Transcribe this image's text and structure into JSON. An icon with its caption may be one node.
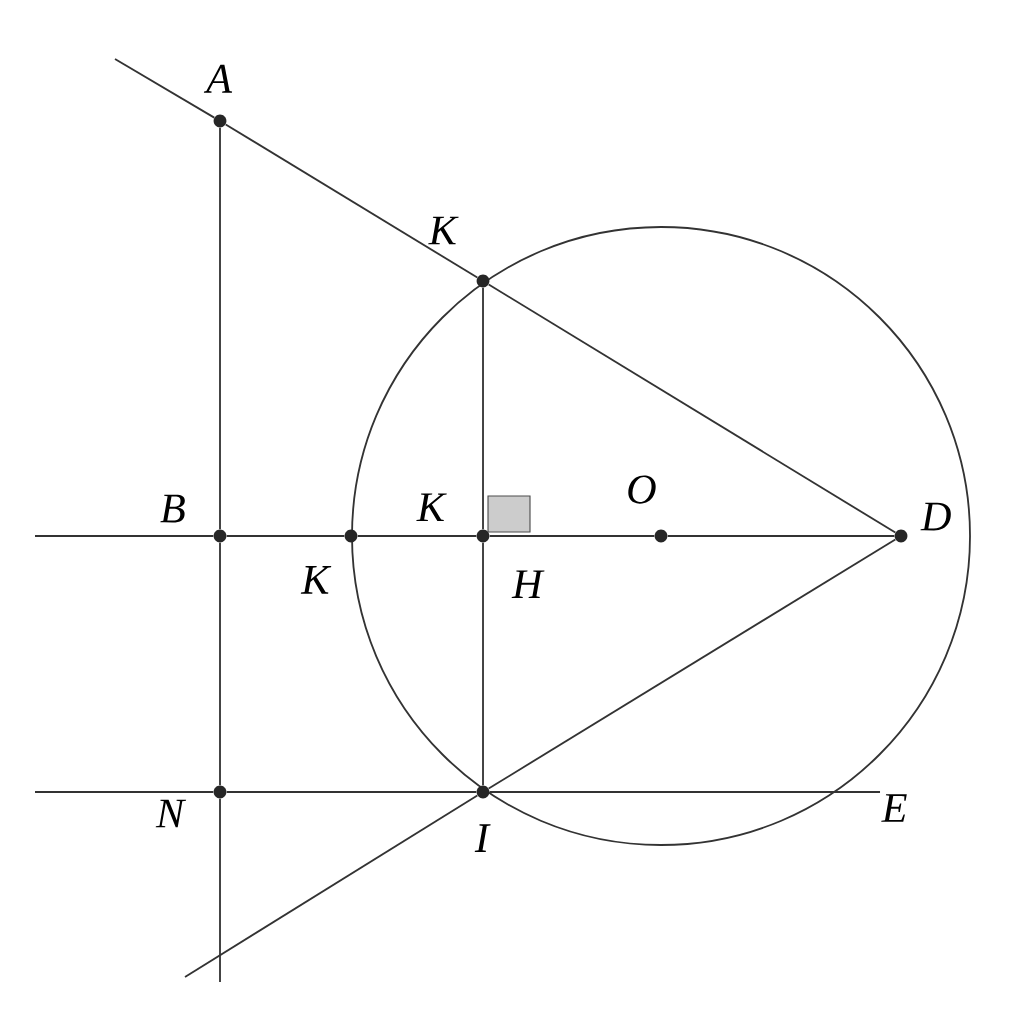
{
  "diagram": {
    "nodes": [
      {
        "text": [
          "A"
        ]
      },
      {
        "text": [
          "K"
        ]
      },
      {
        "text": [
          "B"
        ]
      },
      {
        "text": [
          "K"
        ]
      },
      {
        "text": [
          "K",
          "H"
        ]
      },
      {
        "text": [
          "O"
        ]
      },
      {
        "text": [
          "D"
        ]
      },
      {
        "text": [
          "N"
        ]
      },
      {
        "text": [
          "I"
        ]
      },
      {
        "text": [
          "E"
        ]
      }
    ],
    "edges": [
      {
        "from": null,
        "to": 0,
        "arrow": "none"
      },
      {
        "from": 0,
        "to": 1,
        "arrow": "none"
      },
      {
        "from": 1,
        "to": 6,
        "arrow": "none"
      },
      {
        "from": 6,
        "to": 8,
        "arrow": "none"
      },
      {
        "from": 8,
        "to": null,
        "arrow": "none"
      },
      {
        "from": 0,
        "to": 2,
        "arrow": "none"
      },
      {
        "from": 2,
        "to": 7,
        "arrow": "none"
      },
      {
        "from": 7,
        "to": null,
        "arrow": "none"
      },
      {
        "from": null,
        "to": 2,
        "arrow": "none"
      },
      {
        "from": 2,
        "to": 3,
        "arrow": "none"
      },
      {
        "from": 3,
        "to": 4,
        "arrow": "none"
      },
      {
        "from": 4,
        "to": 5,
        "arrow": "none"
      },
      {
        "from": 5,
        "to": 6,
        "arrow": "none"
      },
      {
        "from": 1,
        "to": 4,
        "arrow": "none"
      },
      {
        "from": 4,
        "to": 8,
        "arrow": "none"
      },
      {
        "from": null,
        "to": 7,
        "arrow": "none"
      },
      {
        "from": 7,
        "to": 8,
        "arrow": "none"
      },
      {
        "from": 8,
        "to": 9,
        "arrow": "none"
      }
    ]
  }
}
